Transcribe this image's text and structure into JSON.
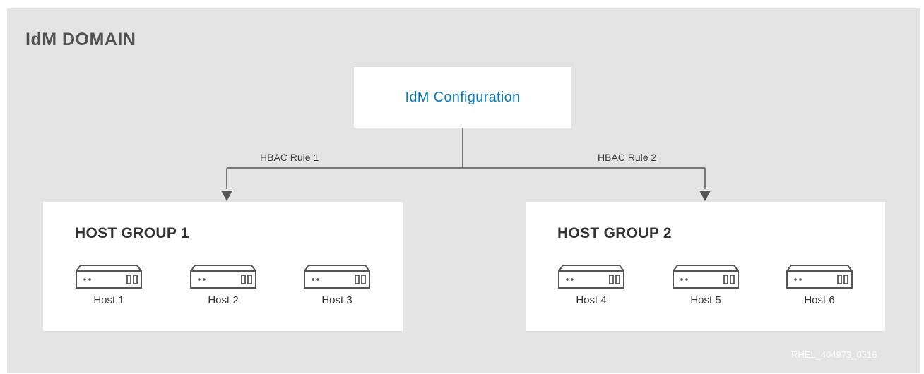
{
  "domain": {
    "title": "IdM DOMAIN",
    "background_color": "#e4e4e4"
  },
  "config": {
    "label": "IdM Configuration",
    "label_color": "#0a7bbf"
  },
  "rules": [
    {
      "label": "HBAC Rule 1"
    },
    {
      "label": "HBAC Rule 2"
    }
  ],
  "groups": [
    {
      "title": "HOST GROUP 1",
      "hosts": [
        {
          "label": "Host 1",
          "icon": "server-icon"
        },
        {
          "label": "Host 2",
          "icon": "server-icon"
        },
        {
          "label": "Host 3",
          "icon": "server-icon"
        }
      ]
    },
    {
      "title": "HOST GROUP 2",
      "hosts": [
        {
          "label": "Host 4",
          "icon": "server-icon"
        },
        {
          "label": "Host 5",
          "icon": "server-icon"
        },
        {
          "label": "Host 6",
          "icon": "server-icon"
        }
      ]
    }
  ],
  "figure_id": "RHEL_404973_0516"
}
